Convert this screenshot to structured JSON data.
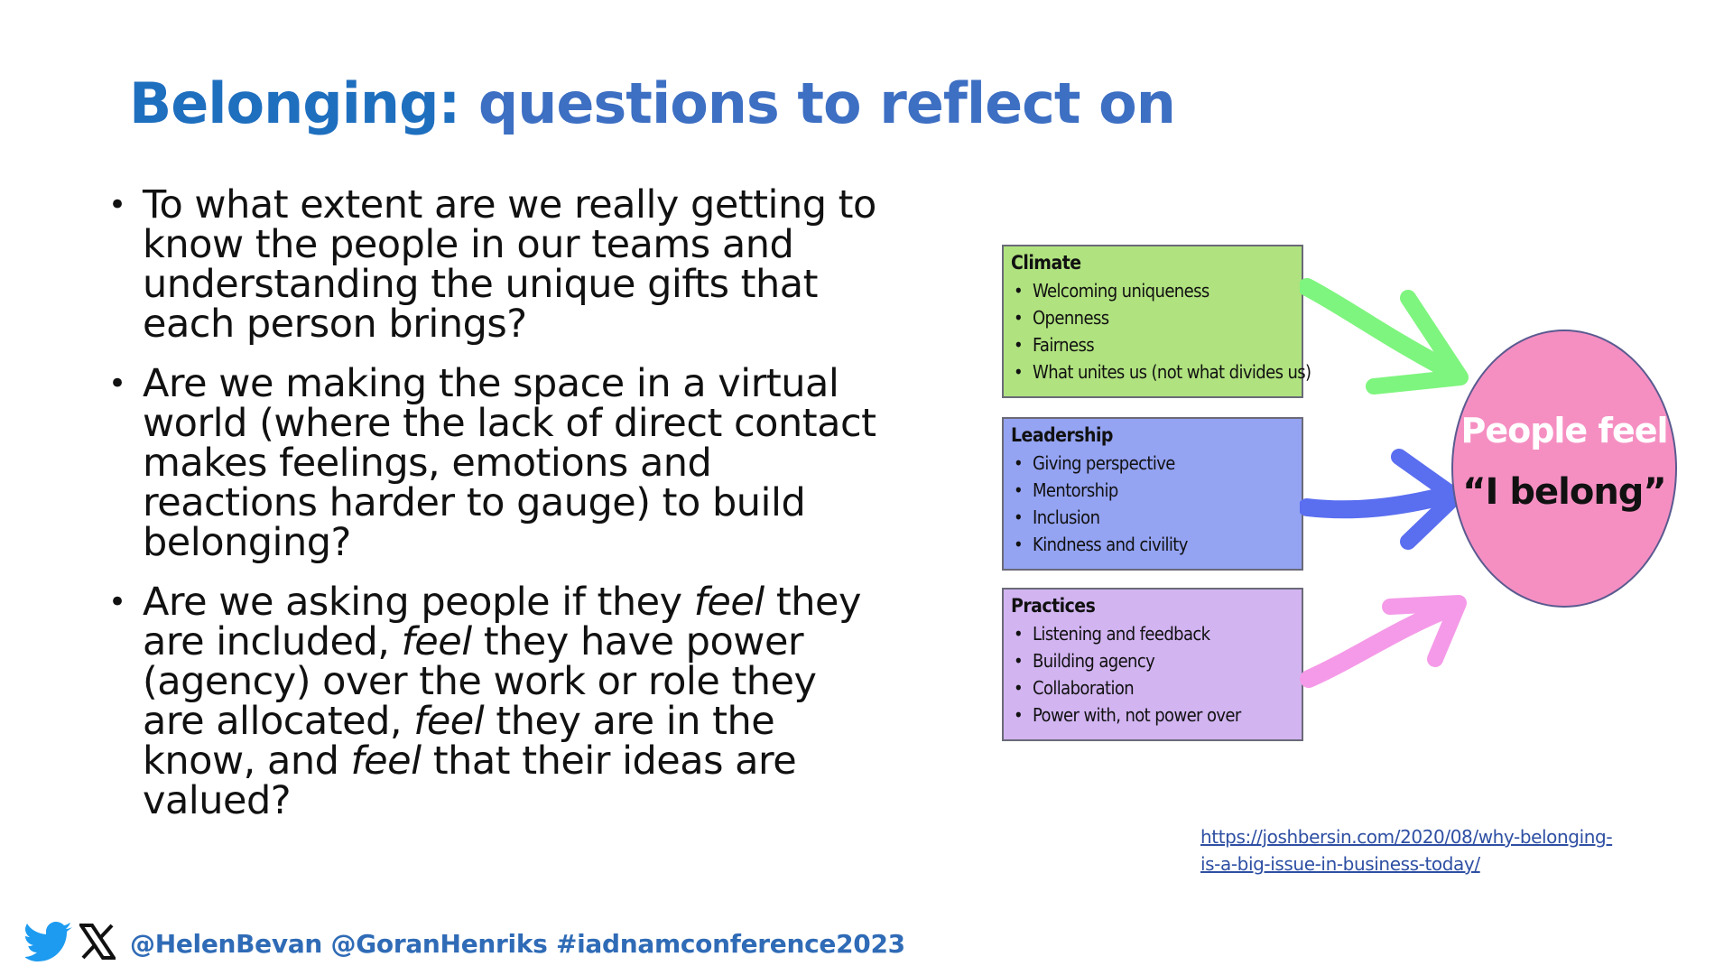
{
  "title": {
    "first": "Belonging:",
    "rest": " questions to reflect on"
  },
  "bullets": [
    {
      "parts": [
        "To what extent are we really getting to know the people in our teams and understanding the unique gifts that each person brings?"
      ]
    },
    {
      "parts": [
        "Are we making the space in a virtual world (where the lack of direct contact makes feelings, emotions and reactions harder to gauge) to build belonging?"
      ]
    },
    {
      "p1": "Are we asking people if they ",
      "feel1": "feel",
      "p2": " they are included, ",
      "feel2": "feel",
      "p3": " they have power (agency) over the work or role they are allocated, ",
      "feel3": "feel",
      "p4": " they are in the know, and ",
      "feel4": "feel",
      "p5": " that their ideas are valued?"
    }
  ],
  "diagram": {
    "climate": {
      "title": "Climate",
      "items": [
        "Welcoming uniqueness",
        "Openness",
        "Fairness",
        "What unites us (not what divides us)"
      ]
    },
    "leadership": {
      "title": "Leadership",
      "items": [
        "Giving perspective",
        "Mentorship",
        "Inclusion",
        "Kindness and civility"
      ]
    },
    "practices": {
      "title": "Practices",
      "items": [
        "Listening and feedback",
        "Building agency",
        "Collaboration",
        "Power with, not power over"
      ]
    },
    "circle": {
      "line1": "People feel",
      "line2": "“I belong”"
    },
    "colors": {
      "climate": "#b0e27f",
      "leadership": "#94a3f2",
      "practices": "#d2b4f1",
      "circle": "#f58fc2",
      "arrow_green": "#7ef57e",
      "arrow_blue": "#5a6ef0",
      "arrow_pink": "#f59ae8"
    }
  },
  "source_link": {
    "line1": "https://joshbersin.com/2020/08/why-belonging-",
    "line2": "is-a-big-issue-in-business-today/"
  },
  "footer": {
    "handles": "@HelenBevan @GoranHenriks #iadnamconference2023",
    "icons": [
      "twitter-bird-icon",
      "x-logo-icon"
    ]
  }
}
